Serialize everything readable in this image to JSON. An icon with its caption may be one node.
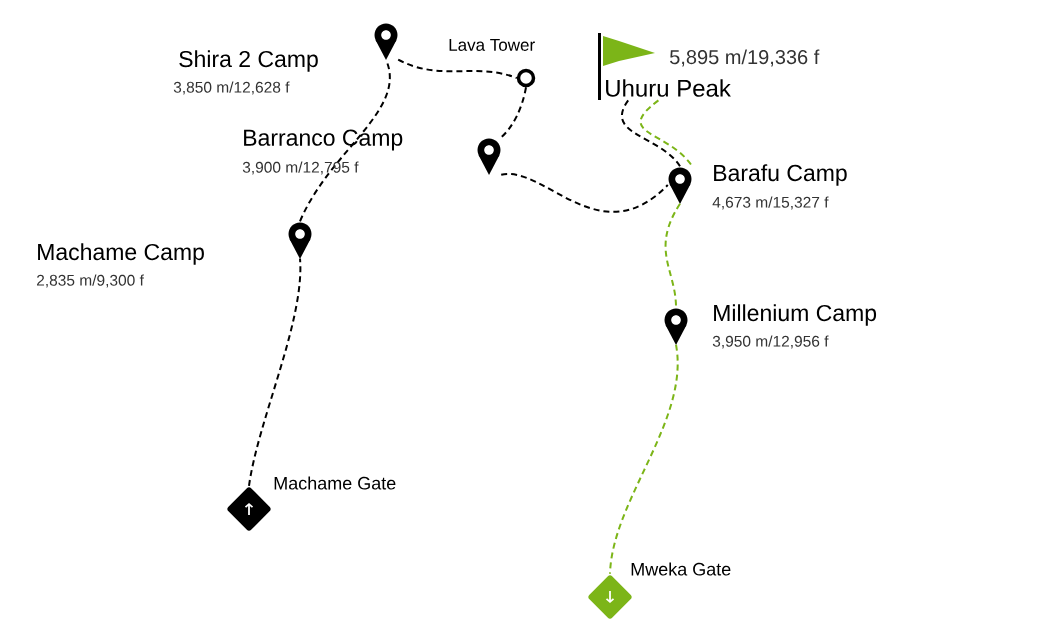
{
  "diagram": {
    "nodes": [
      {
        "text": [],
        "shape": "pin",
        "beside": [
          "Shira 2 Camp",
          "3,850 m/12,628 f"
        ]
      },
      {
        "text": [],
        "shape": "circle",
        "beside": [
          "Lava Tower"
        ]
      },
      {
        "text": [],
        "shape": "flag",
        "beside": [
          "5,895 m/19,336 f",
          "Uhuru Peak"
        ]
      },
      {
        "text": [],
        "shape": "pin",
        "beside": [
          "Barranco Camp",
          "3,900 m/12,795 f"
        ]
      },
      {
        "text": [],
        "shape": "pin",
        "beside": [
          "Barafu Camp",
          "4,673 m/15,327 f"
        ]
      },
      {
        "text": [],
        "shape": "pin",
        "beside": [
          "Machame Camp",
          "2,835 m/9,300 f"
        ]
      },
      {
        "text": [],
        "shape": "pin",
        "beside": [
          "Millenium Camp",
          "3,950 m/12,956 f"
        ]
      },
      {
        "text": [],
        "shape": "diamond",
        "beside": [
          "Machame Gate"
        ]
      },
      {
        "text": [],
        "shape": "diamond",
        "beside": [
          "Mweka Gate"
        ]
      }
    ],
    "edges": [
      {
        "from": 7,
        "to": 5,
        "arrow": "none",
        "style": "dashed"
      },
      {
        "from": 5,
        "to": 0,
        "arrow": "none",
        "style": "dashed"
      },
      {
        "from": 0,
        "to": 1,
        "arrow": "none",
        "style": "dashed"
      },
      {
        "from": 1,
        "to": 3,
        "arrow": "none",
        "style": "dashed"
      },
      {
        "from": 3,
        "to": 4,
        "arrow": "none",
        "style": "dashed"
      },
      {
        "from": 4,
        "to": 2,
        "arrow": "none",
        "style": "dashed"
      },
      {
        "from": 2,
        "to": 4,
        "arrow": "none",
        "style": "dashed",
        "color": "#7cb518"
      },
      {
        "from": 4,
        "to": 6,
        "arrow": "none",
        "style": "dashed",
        "color": "#7cb518"
      },
      {
        "from": 6,
        "to": 8,
        "arrow": "none",
        "style": "dashed",
        "color": "#7cb518"
      }
    ]
  }
}
